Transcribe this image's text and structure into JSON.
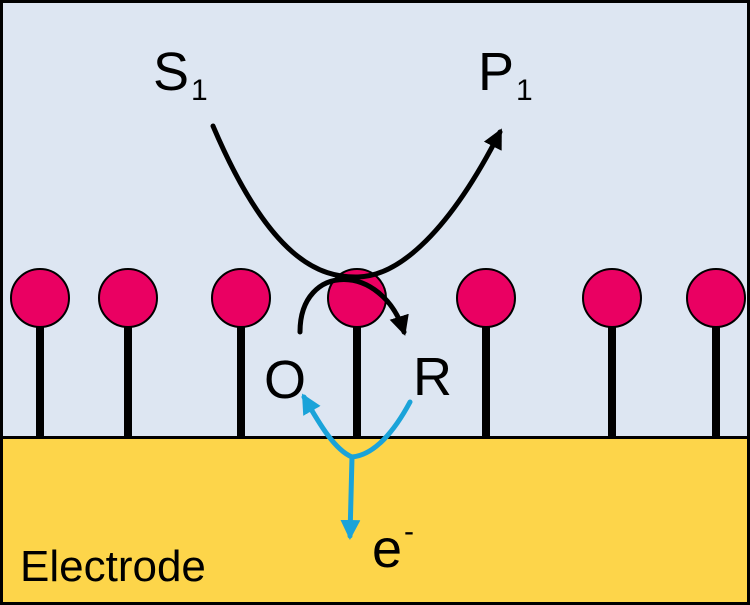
{
  "colors": {
    "solution_bg": "#dde6f2",
    "electrode_bg": "#fdd54a",
    "border": "#000000",
    "head": "#ea0062",
    "stem": "#000000",
    "arrow_black": "#000000",
    "arrow_blue": "#1aa3d9"
  },
  "labels": {
    "substrate": {
      "main": "S",
      "sub": "1"
    },
    "product": {
      "main": "P",
      "sub": "1"
    },
    "oxidized": "O",
    "reduced": "R",
    "electron": {
      "main": "e",
      "sup": "-"
    },
    "electrode": "Electrode"
  },
  "molecules": {
    "count": 7
  }
}
